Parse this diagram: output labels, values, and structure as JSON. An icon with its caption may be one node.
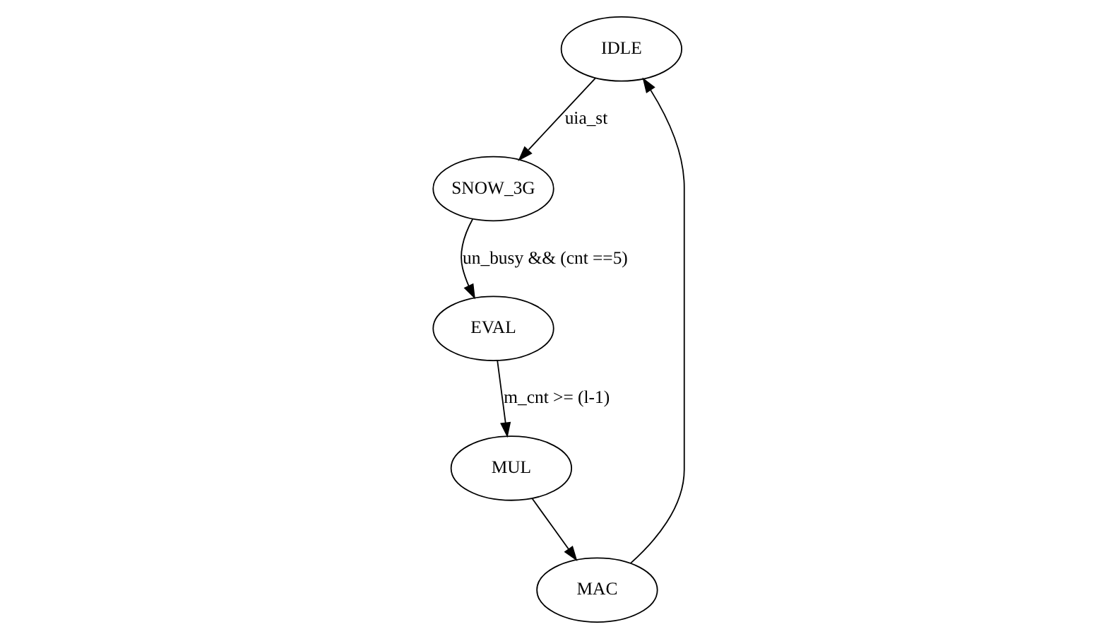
{
  "diagram": {
    "nodes": [
      {
        "text": [
          "IDLE"
        ]
      },
      {
        "text": [
          "SNOW_3G"
        ]
      },
      {
        "text": [
          "EVAL"
        ]
      },
      {
        "text": [
          "MUL"
        ]
      },
      {
        "text": [
          "MAC"
        ]
      }
    ],
    "edges": [
      {
        "from": 0,
        "to": 1,
        "arrow": "to",
        "label": "uia_st"
      },
      {
        "from": 1,
        "to": 2,
        "arrow": "to",
        "label": "un_busy && (cnt ==5)"
      },
      {
        "from": 2,
        "to": 3,
        "arrow": "to",
        "label": "m_cnt >= (l-1)"
      },
      {
        "from": 3,
        "to": 4,
        "arrow": "to"
      },
      {
        "from": 4,
        "to": 0,
        "arrow": "to"
      }
    ]
  }
}
